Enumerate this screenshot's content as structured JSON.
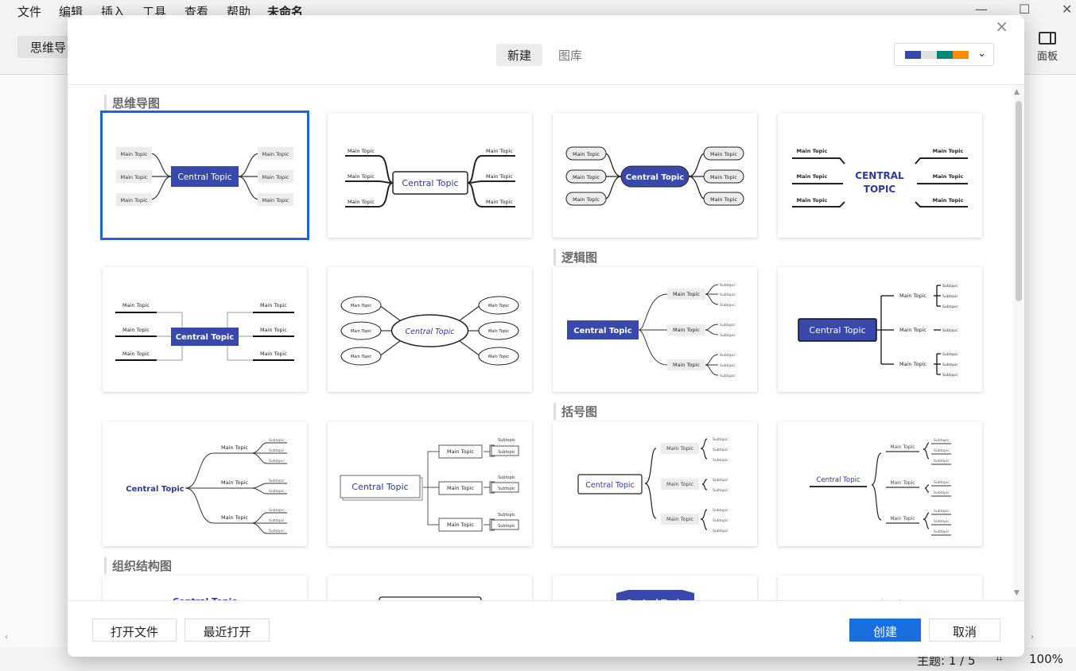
{
  "menu": [
    "文件",
    "编辑",
    "插入",
    "工具",
    "查看",
    "帮助"
  ],
  "doc_title": "未命名",
  "background_tab": "思维导",
  "panel_label": "面板",
  "status": {
    "theme": "主题: 1 / 5",
    "zoom": "100%"
  },
  "dialog": {
    "tabs": [
      "新建",
      "图库"
    ],
    "theme_colors": [
      "#3949ab",
      "#e0e0e0",
      "#00897b",
      "#fb8c00"
    ],
    "sections": [
      "思维导图",
      "逻辑图",
      "括号图",
      "组织结构图"
    ],
    "labels": {
      "central": "Central Topic",
      "central_caps": "CENTRAL",
      "topic_caps": "TOPIC",
      "main": "Main Topic",
      "sub": "Subtopic"
    },
    "footer": {
      "open_file": "打开文件",
      "recent": "最近打开",
      "create": "创建",
      "cancel": "取消"
    }
  }
}
